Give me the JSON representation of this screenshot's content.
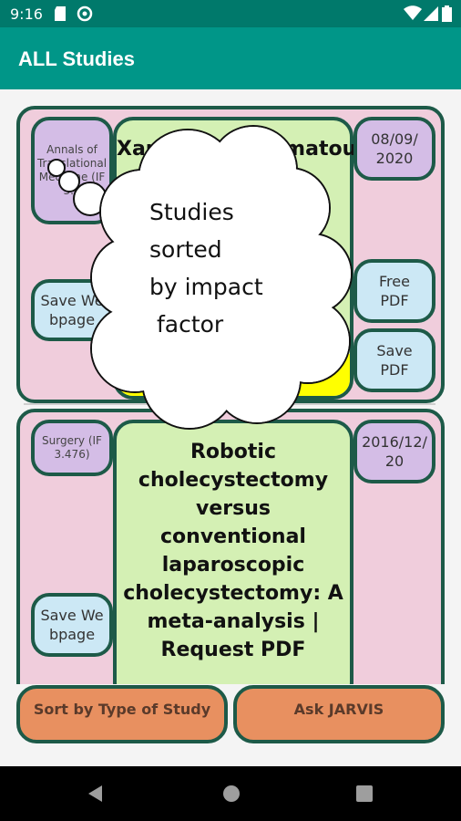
{
  "status_bar": {
    "time": "9:16"
  },
  "app_bar": {
    "title": "ALL Studies"
  },
  "studies": [
    {
      "journal": "Annals of Translational Medicine (IF 3.6",
      "title": "Xanthogranulomatous cholecystitis:",
      "date": "08/09/\n2020",
      "free_pdf": "Free PDF",
      "save_pdf": "Save PDF",
      "save_webpage": "Save Webpage"
    },
    {
      "journal": "Surgery (IF 3.476)",
      "title": "Robotic cholecystectomy versus conventional laparoscopic cholecystectomy: A meta-analysis | Request PDF",
      "date": "2016/12/20",
      "save_webpage": "Save Webpage"
    }
  ],
  "buttons": {
    "sort_type": "Sort by Type of Study",
    "ask_jarvis": "Ask JARVIS"
  },
  "tooltip": {
    "text": "Studies\nsorted\nby impact\n factor"
  },
  "colors": {
    "status_bar": "#00796b",
    "app_bar": "#009688",
    "card_bg": "#f0cddc",
    "card_border": "#1d5a48",
    "title_box": "#d4f0b4",
    "date_pill": "#d4bde6",
    "save_button": "#cce8f5",
    "bottom_button": "#e89060"
  }
}
